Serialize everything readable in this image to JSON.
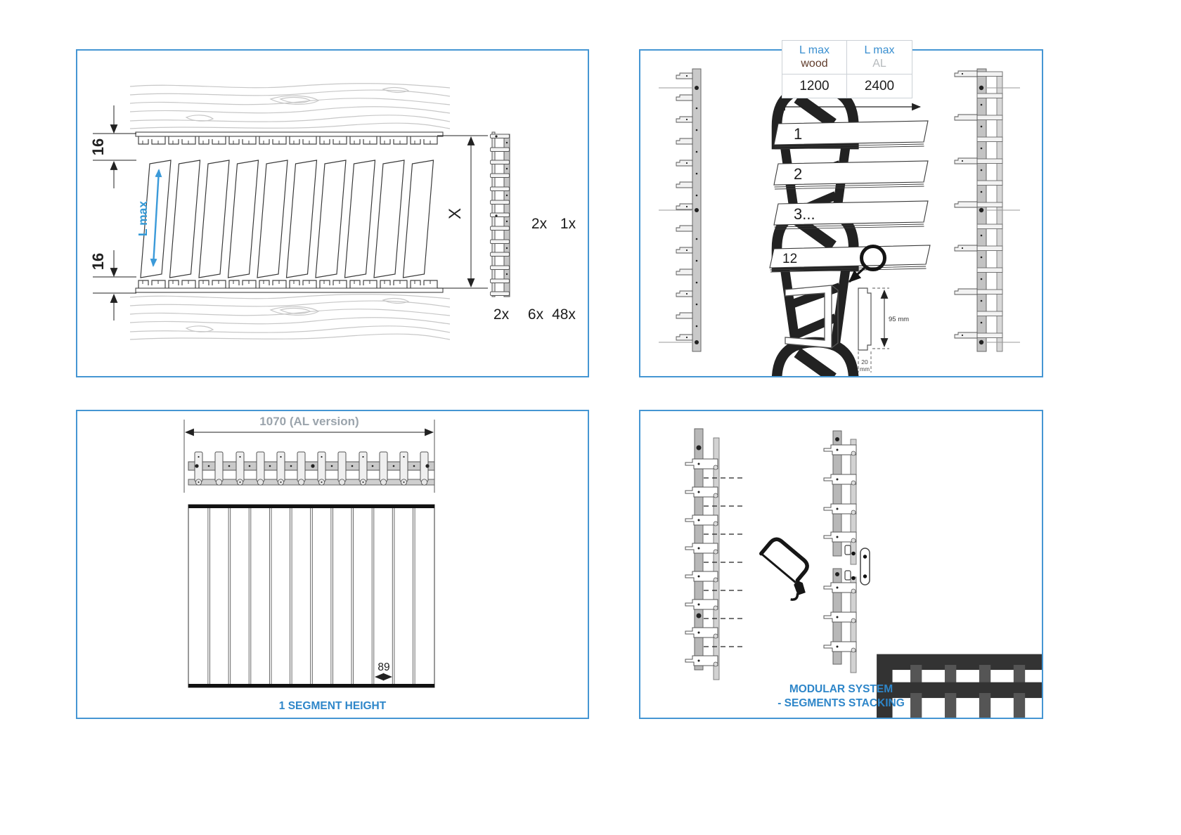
{
  "colors": {
    "panel_border": "#4596d3",
    "accent_blue": "#2e86c9",
    "dim_arrow_blue": "#3b9ad9",
    "wood_brown": "#5f3b2a",
    "al_gray": "#b6babd",
    "dim_gray": "#9ba4ac"
  },
  "p1": {
    "dim16_top": "16",
    "dim16_bottom": "16",
    "lmax_label": "L max",
    "x_label": "X",
    "counts": {
      "rail": "2x",
      "bolt": "2x",
      "plate": "1x",
      "screw_big": "6x",
      "screw_small": "48x"
    }
  },
  "p2": {
    "table": {
      "h1a": "L max",
      "h1b": "wood",
      "h2a": "L max",
      "h2b": "AL",
      "v1": "1200",
      "v2": "2400"
    },
    "slats": {
      "s1": "1",
      "s2": "2",
      "s3": "3...",
      "s12": "12"
    },
    "detail": {
      "height": "95 mm",
      "depth_value": "20",
      "depth_unit": "mm"
    }
  },
  "p3": {
    "width_label": "1070 (AL version)",
    "slat_width": "89",
    "caption": "1 SEGMENT HEIGHT"
  },
  "p4": {
    "caption_line1": "MODULAR SYSTEM",
    "caption_line2": "- SEGMENTS STACKING"
  },
  "icons": [
    "wood-grain",
    "mounting-rail",
    "slat",
    "ladder-rail",
    "bolt",
    "connector-plate",
    "wood-screw",
    "small-screw",
    "magnifier",
    "hacksaw"
  ]
}
